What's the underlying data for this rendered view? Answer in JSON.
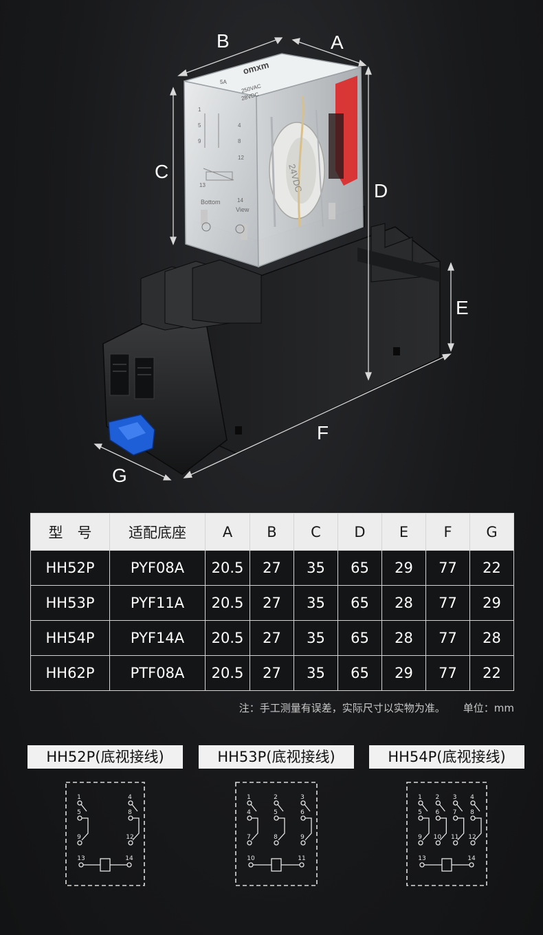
{
  "dimensions": {
    "A": "A",
    "B": "B",
    "C": "C",
    "D": "D",
    "E": "E",
    "F": "F",
    "G": "G"
  },
  "product": {
    "brand": "omxm",
    "contact_rating_1": "5A",
    "contact_rating_2": "250VAC",
    "contact_rating_3": "28VDC",
    "coil_voltage": "24VDC",
    "bottom_label": "Bottom",
    "view_label": "View",
    "pin_labels": [
      "1",
      "5",
      "9",
      "4",
      "8",
      "12",
      "13",
      "14"
    ]
  },
  "table": {
    "headers": [
      "型　号",
      "适配底座",
      "A",
      "B",
      "C",
      "D",
      "E",
      "F",
      "G"
    ],
    "rows": [
      [
        "HH52P",
        "PYF08A",
        "20.5",
        "27",
        "35",
        "65",
        "29",
        "77",
        "22"
      ],
      [
        "HH53P",
        "PYF11A",
        "20.5",
        "27",
        "35",
        "65",
        "28",
        "77",
        "29"
      ],
      [
        "HH54P",
        "PYF14A",
        "20.5",
        "27",
        "35",
        "65",
        "28",
        "77",
        "28"
      ],
      [
        "HH62P",
        "PTF08A",
        "20.5",
        "27",
        "35",
        "65",
        "29",
        "77",
        "22"
      ]
    ]
  },
  "note": {
    "text": "注：手工测量有误差，实际尺寸以实物为准。",
    "unit": "单位：mm"
  },
  "wiring": [
    {
      "title": "HH52P(底视接线)",
      "top_pins": [
        "1",
        "4"
      ],
      "mid_pins": [
        "5",
        "8"
      ],
      "low_pins": [
        "9",
        "12"
      ],
      "coil_pins": [
        "13",
        "14"
      ]
    },
    {
      "title": "HH53P(底视接线)",
      "top_pins": [
        "1",
        "2",
        "3"
      ],
      "mid_pins": [
        "4",
        "5",
        "6"
      ],
      "low_pins": [
        "7",
        "8",
        "9"
      ],
      "coil_pins": [
        "10",
        "11"
      ]
    },
    {
      "title": "HH54P(底视接线)",
      "top_pins": [
        "1",
        "2",
        "3",
        "4"
      ],
      "mid_pins": [
        "5",
        "6",
        "7",
        "8"
      ],
      "low_pins": [
        "9",
        "10",
        "11",
        "12"
      ],
      "coil_pins": [
        "13",
        "14"
      ]
    }
  ],
  "colors": {
    "background": "#18191b",
    "table_header": "#ededed",
    "table_border": "#d4d4d4",
    "accent_blue": "#1e5ed6",
    "accent_red": "#e02020"
  }
}
